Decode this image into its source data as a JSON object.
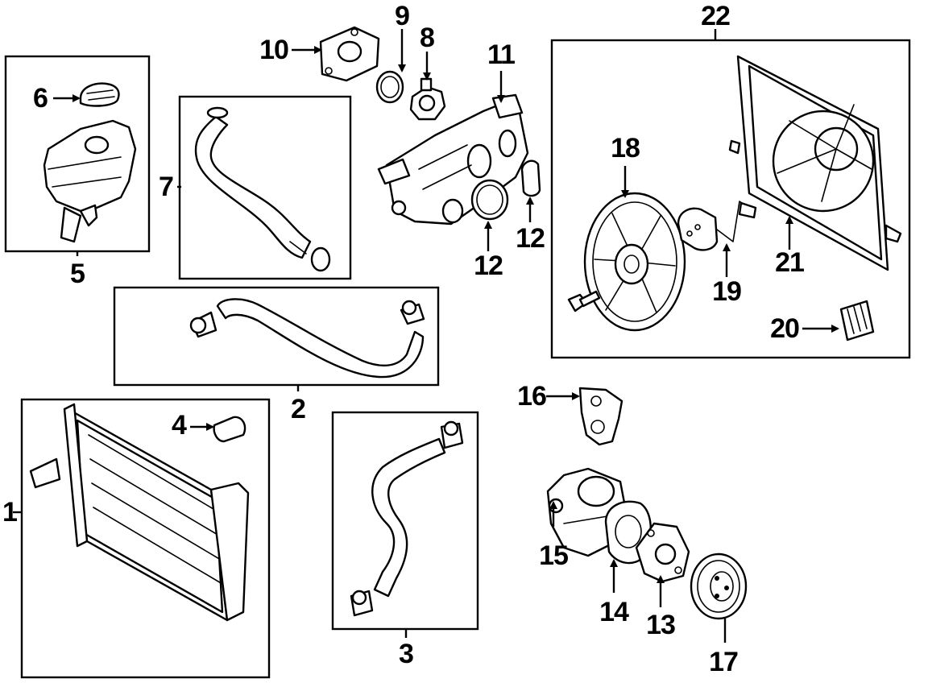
{
  "labels": {
    "l1": "1",
    "l2": "2",
    "l3": "3",
    "l4": "4",
    "l5": "5",
    "l6": "6",
    "l7": "7",
    "l8": "8",
    "l9": "9",
    "l10": "10",
    "l11": "11",
    "l12a": "12",
    "l12b": "12",
    "l13": "13",
    "l14": "14",
    "l15": "15",
    "l16": "16",
    "l17": "17",
    "l18": "18",
    "l19": "19",
    "l20": "20",
    "l21": "21",
    "l22": "22"
  }
}
